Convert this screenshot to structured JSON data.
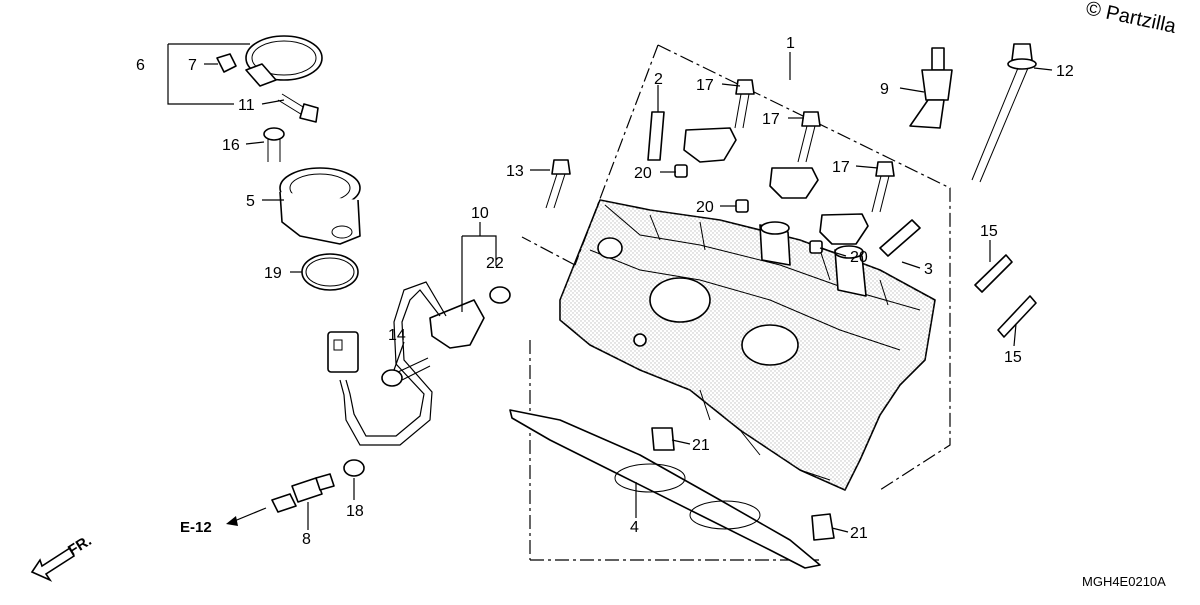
{
  "watermark": "© Partzilla",
  "diagram_code": "MGH4E0210A",
  "reference": {
    "label": "E-12",
    "direction": "FR."
  },
  "fine_print": [
    "",
    ""
  ],
  "callouts": {
    "c1": "1",
    "c2": "2",
    "c3": "3",
    "c4": "4",
    "c5": "5",
    "c6": "6",
    "c7": "7",
    "c8": "8",
    "c9": "9",
    "c10": "10",
    "c11": "11",
    "c12": "12",
    "c13": "13",
    "c14": "14",
    "c15a": "15",
    "c15b": "15",
    "c16": "16",
    "c17a": "17",
    "c17b": "17",
    "c17c": "17",
    "c18": "18",
    "c19": "19",
    "c20a": "20",
    "c20b": "20",
    "c20c": "20",
    "c21a": "21",
    "c21b": "21",
    "c22": "22"
  },
  "colors": {
    "line": "#000000",
    "background": "#ffffff",
    "shade": "#9a9a9a"
  }
}
